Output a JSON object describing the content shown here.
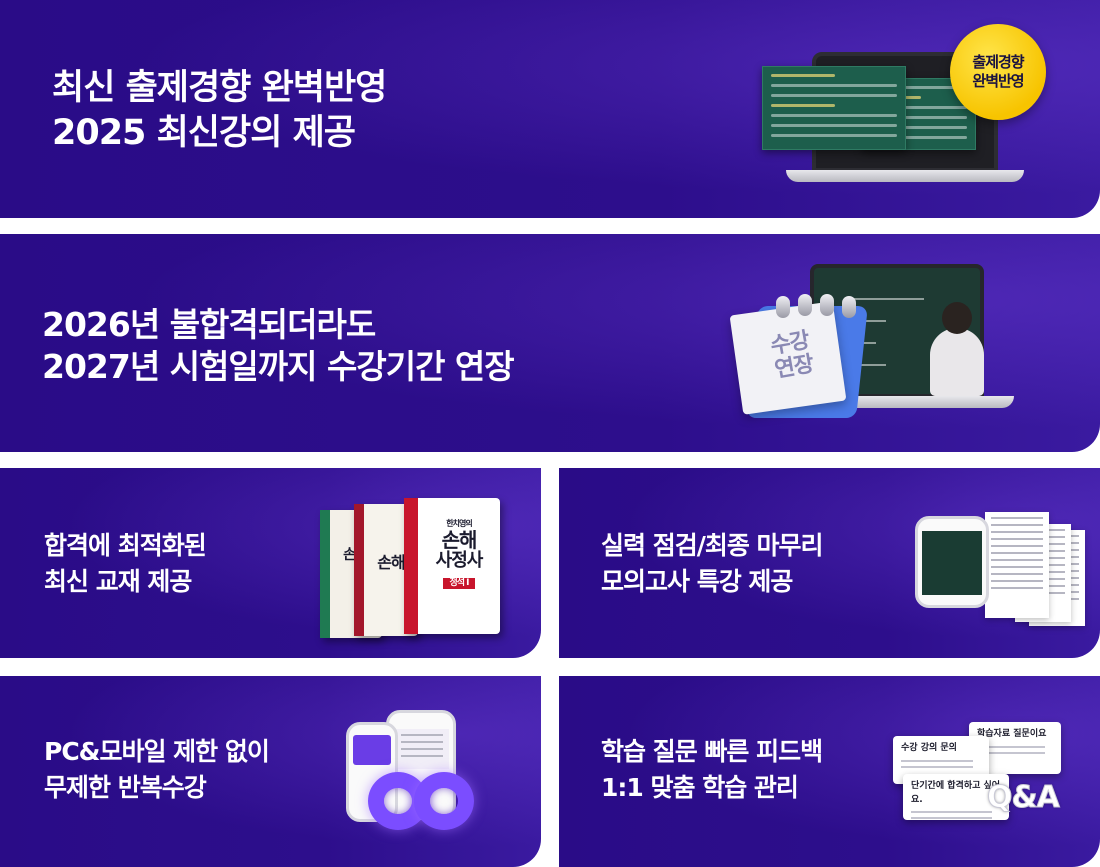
{
  "cards": [
    {
      "id": "latest-trend",
      "lines": [
        "최신 출제경향 완벽반영",
        "2025 최신강의 제공"
      ]
    },
    {
      "id": "extension",
      "lines": [
        "2026년 불합격되더라도",
        "2027년 시험일까지 수강기간 연장"
      ]
    },
    {
      "id": "textbook",
      "lines": [
        "합격에 최적화된",
        "최신 교재 제공"
      ]
    },
    {
      "id": "mock-exam",
      "lines": [
        "실력 점검/최종 마무리",
        "모의고사 특강 제공"
      ]
    },
    {
      "id": "unlimited",
      "lines": [
        "PC&모바일 제한 없이",
        "무제한 반복수강"
      ]
    },
    {
      "id": "feedback",
      "lines": [
        "학습 질문 빠른 피드백",
        "1:1 맞춤 학습 관리"
      ]
    }
  ],
  "badge": {
    "line1": "출제경향",
    "line2": "완벽반영"
  },
  "calendar": {
    "line1": "수강",
    "line2": "연장"
  },
  "book": {
    "author": "한치영의",
    "title": "손해",
    "subtitle": "사정사",
    "edition": "정석 Ⅰ",
    "side_title": "손해"
  },
  "qa": {
    "mark": "Q&A",
    "card1_title": "수강 강의 문의",
    "card2_title": "학습자료 질문이요",
    "card3_title": "단기간에 합격하고 싶어요."
  },
  "colors": {
    "card_bg": "#2d0e8c",
    "badge": "#f7c400",
    "accent": "#7b4dff"
  }
}
